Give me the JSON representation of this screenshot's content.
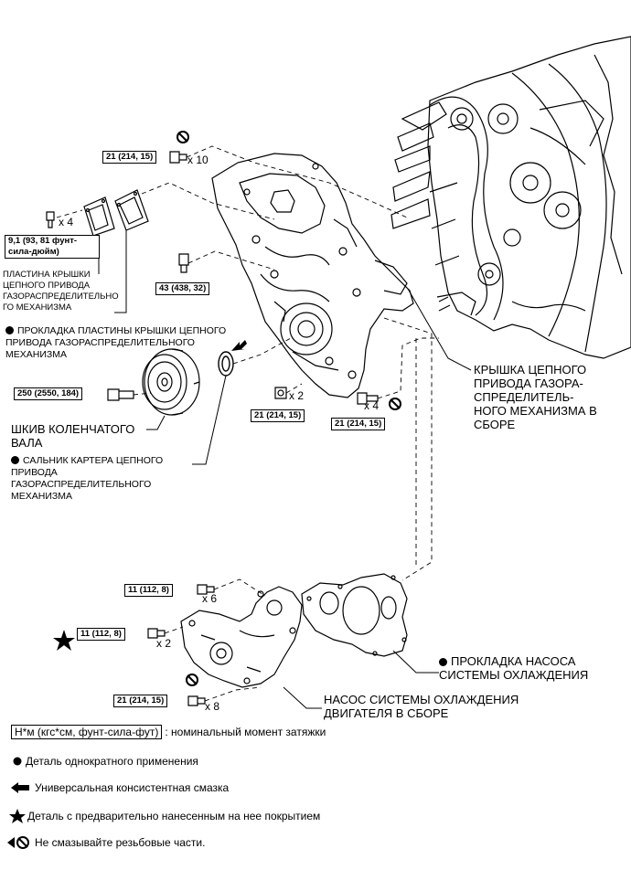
{
  "torques": {
    "t_top": "21 (214, 15)",
    "t_plate": "9,1 (93, 81 фунт-сила-дюйм)",
    "t_mid": "43 (438, 32)",
    "t_pulley": "250 (2550, 184)",
    "t_nut": "21 (214, 15)",
    "t_bolt4": "21 (214, 15)",
    "t_pump6": "11 (112, 8)",
    "t_pump2": "11 (112, 8)",
    "t_pump8": "21 (214, 15)"
  },
  "quantities": {
    "q_top": "x 10",
    "q_plate": "x 4",
    "q_nut": "x 2",
    "q_bolt4": "x 4",
    "q_pump6": "x 6",
    "q_pump2": "x 2",
    "q_pump8": "x 8"
  },
  "parts": {
    "plate": "ПЛАСТИНА КРЫШКИ ЦЕПНОГО ПРИВОДА ГАЗОРАСПРЕДЕЛИТЕЛЬНО ГО МЕХАНИЗМА",
    "plate_gasket": "ПРОКЛАДКА ПЛАСТИНЫ КРЫШКИ ЦЕПНОГО ПРИВОДА ГАЗОРАСПРЕДЕЛИТЕЛЬНОГО МЕХАНИЗМА",
    "pulley": "ШКИВ КОЛЕНЧАТОГО ВАЛА",
    "oil_seal": "САЛЬНИК КАРТЕРА ЦЕПНОГО ПРИВОДА ГАЗОРАСПРЕДЕЛИТЕЛЬНОГО МЕХАНИЗМА",
    "cover": "КРЫШКА ЦЕПНОГО ПРИВОДА ГАЗОРА-СПРЕДЕЛИТЕЛЬ-НОГО МЕХАНИЗМА В СБОРЕ",
    "pump_gasket": "ПРОКЛАДКА НАСОСА СИСТЕМЫ ОХЛАЖДЕНИЯ",
    "pump": "НАСОС СИСТЕМЫ ОХЛАЖДЕНИЯ ДВИГАТЕЛЯ В СБОРЕ"
  },
  "legend": {
    "unit_box": "Н*м (кгс*см, фунт-сила-фут)",
    "unit_desc": ": номинальный момент затяжки",
    "single_use": "Деталь однократного применения",
    "grease": "Универсальная консистентная смазка",
    "precoated": "Деталь с предварительно нанесенным на нее покрытием",
    "no_oil": "Не смазывайте резьбовые части."
  }
}
